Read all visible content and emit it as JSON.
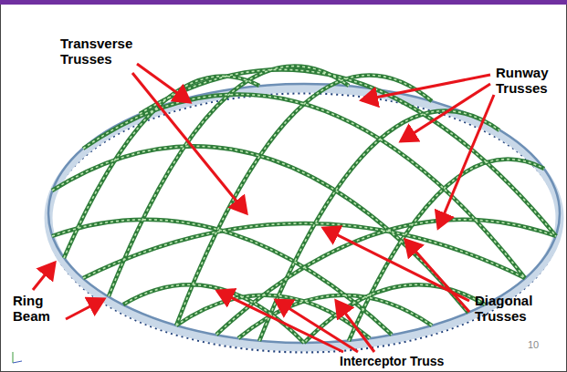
{
  "diagram": {
    "labels": [
      "Transverse Trusses",
      "Runway Trusses",
      "Ring Beam",
      "Diagonal Trusses",
      "Interceptor Truss",
      "10"
    ]
  }
}
